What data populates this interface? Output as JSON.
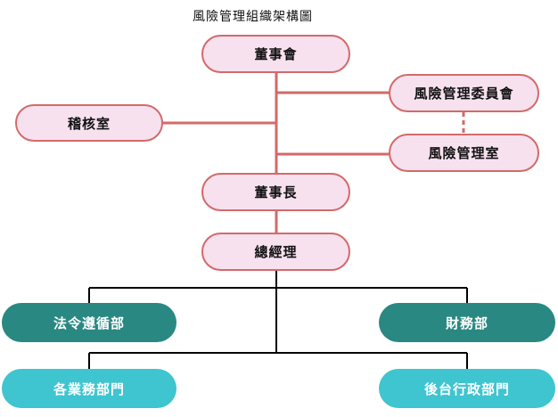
{
  "title": "風險管理組織架構圖",
  "colors": {
    "pink_fill": "#f7e1ef",
    "pink_border": "#d26a6a",
    "connector_red": "#d26a6a",
    "connector_black": "#000000",
    "teal": "#2a8882",
    "cyan": "#3ec5d0"
  },
  "nodes": {
    "board": "董事會",
    "risk_committee": "風險管理委員會",
    "audit_office": "稽核室",
    "risk_office": "風險管理室",
    "chairman": "董事長",
    "general_manager": "總經理",
    "compliance": "法令遵循部",
    "finance": "財務部",
    "business_units": "各業務部門",
    "back_office": "後台行政部門"
  }
}
